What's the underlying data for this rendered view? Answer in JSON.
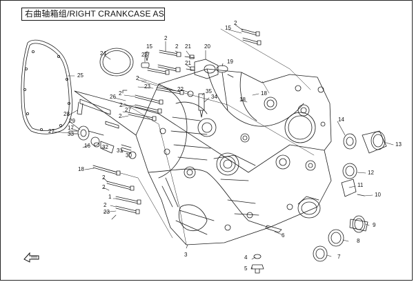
{
  "title": "右曲轴箱组/RIGHT CRANKCASE ASSY",
  "callouts": [
    {
      "label": "2"
    },
    {
      "label": "15"
    },
    {
      "label": "2"
    },
    {
      "label": "15"
    },
    {
      "label": "23"
    },
    {
      "label": "24"
    },
    {
      "label": "2"
    },
    {
      "label": "21"
    },
    {
      "label": "20"
    },
    {
      "label": "21"
    },
    {
      "label": "19"
    },
    {
      "label": "25"
    },
    {
      "label": "2"
    },
    {
      "label": "23"
    },
    {
      "label": "22"
    },
    {
      "label": "35"
    },
    {
      "label": "34"
    },
    {
      "label": "18"
    },
    {
      "label": "18"
    },
    {
      "label": "2"
    },
    {
      "label": "26"
    },
    {
      "label": "2"
    },
    {
      "label": "27"
    },
    {
      "label": "2"
    },
    {
      "label": "28"
    },
    {
      "label": "29"
    },
    {
      "label": "17"
    },
    {
      "label": "27"
    },
    {
      "label": "33"
    },
    {
      "label": "16"
    },
    {
      "label": "32"
    },
    {
      "label": "31"
    },
    {
      "label": "30"
    },
    {
      "label": "14"
    },
    {
      "label": "13"
    },
    {
      "label": "12"
    },
    {
      "label": "11"
    },
    {
      "label": "10"
    },
    {
      "label": "9"
    },
    {
      "label": "8"
    },
    {
      "label": "7"
    },
    {
      "label": "6"
    },
    {
      "label": "18"
    },
    {
      "label": "2"
    },
    {
      "label": "1"
    },
    {
      "label": "2"
    },
    {
      "label": "23"
    },
    {
      "label": "2"
    },
    {
      "label": "3"
    },
    {
      "label": "4"
    },
    {
      "label": "5"
    }
  ],
  "icons": {
    "front_arrow": "front-direction-arrow-icon"
  }
}
